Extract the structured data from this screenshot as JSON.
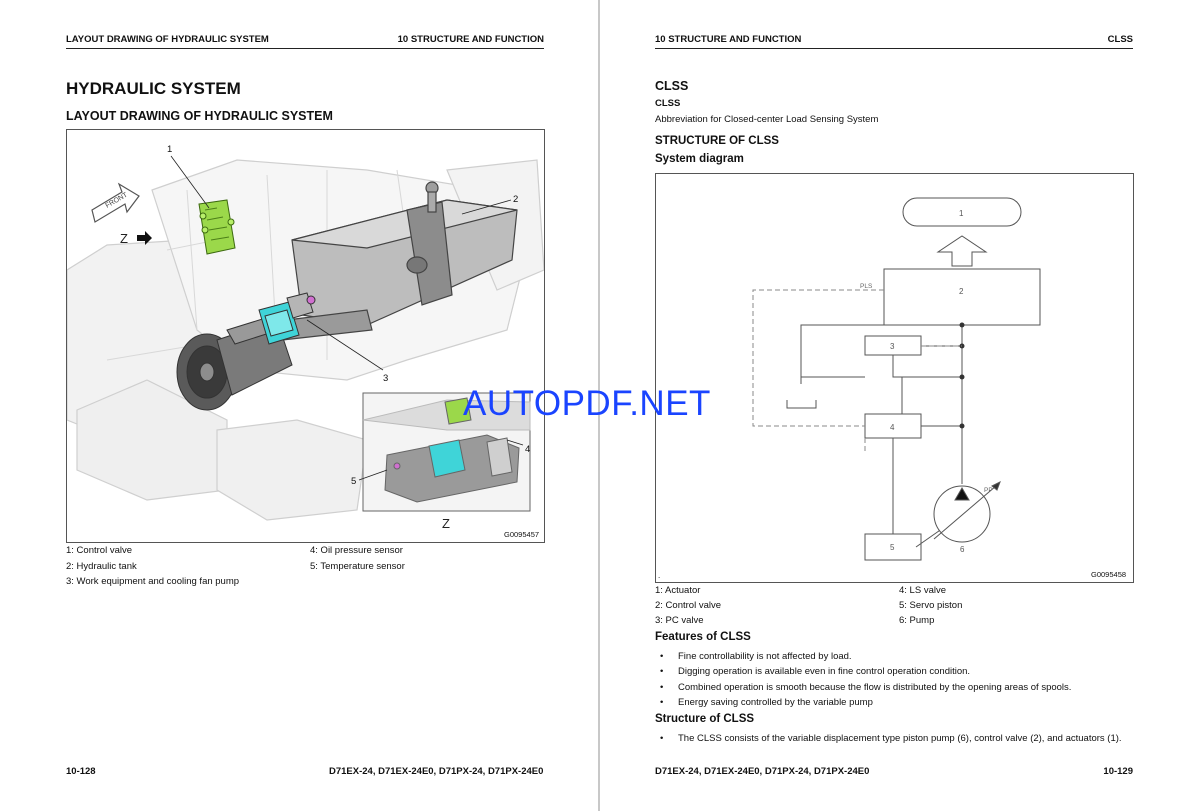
{
  "left": {
    "header_left": "LAYOUT DRAWING OF HYDRAULIC SYSTEM",
    "header_right": "10 STRUCTURE AND FUNCTION",
    "title": "HYDRAULIC SYSTEM",
    "subtitle": "LAYOUT DRAWING OF HYDRAULIC SYSTEM",
    "figure": {
      "id": "G0095457",
      "front_label": "FRONT",
      "z_label_main": "Z",
      "z_label_inset": "Z",
      "callouts": [
        "1",
        "2",
        "3",
        "4",
        "5"
      ]
    },
    "legend_col1": [
      "1: Control valve",
      "2: Hydraulic tank",
      "3: Work equipment and cooling fan pump"
    ],
    "legend_col2": [
      "4: Oil pressure sensor",
      "5: Temperature sensor"
    ],
    "footer_left": "10-128",
    "footer_right": "D71EX-24, D71EX-24E0, D71PX-24, D71PX-24E0"
  },
  "right": {
    "header_left": "10 STRUCTURE AND FUNCTION",
    "header_right": "CLSS",
    "title": "CLSS",
    "subtitle": "CLSS",
    "abbrev": "Abbreviation for Closed-center Load Sensing System",
    "structure_heading": "STRUCTURE OF CLSS",
    "diagram_heading": "System diagram",
    "diagram": {
      "id": "G0095458",
      "dot": ".",
      "pls": "PLS",
      "pp": "PP",
      "box_labels": [
        "1",
        "2",
        "3",
        "4",
        "5",
        "6"
      ]
    },
    "legend_col1": [
      "1: Actuator",
      "2: Control valve",
      "3: PC valve"
    ],
    "legend_col2": [
      "4: LS valve",
      "5: Servo piston",
      "6: Pump"
    ],
    "features_heading": "Features of CLSS",
    "features": [
      "Fine controllability is not affected by load.",
      "Digging operation is available even in fine control operation condition.",
      "Combined operation is smooth because the flow is distributed by the opening areas of spools.",
      "Energy saving controlled by the variable pump"
    ],
    "structure_sub": "Structure of CLSS",
    "structure_items": [
      "The CLSS consists of the variable displacement type piston pump (6), control valve (2), and actuators (1)."
    ],
    "bullet_char": "•",
    "footer_left": "D71EX-24, D71EX-24E0, D71PX-24, D71PX-24E0",
    "footer_right": "10-129"
  },
  "watermark": "AUTOPDF.NET",
  "colors": {
    "watermark": "#1a44ff",
    "control_valve": "#9bd84a",
    "pump": "#3fd4d8",
    "rule": "#222222"
  }
}
